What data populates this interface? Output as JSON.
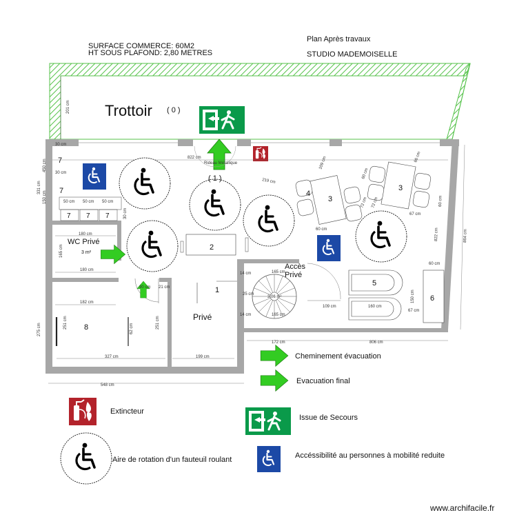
{
  "header": {
    "surface": "SURFACE COMMERCE: 60M2",
    "height": "HT SOUS PLAFOND: 2,80 METRES",
    "plan_title": "Plan Après travaux",
    "studio": "STUDIO MADEMOISELLE"
  },
  "plan": {
    "trottoir": "Trottoir",
    "trottoir_num": "( 0 )",
    "rideau": "Rideau Métallique",
    "zone1": "( 1 )",
    "wc": "WC Privé",
    "wc_area": "3 m²",
    "stair_area": "3,06 m²",
    "acces_prive_1": "Accès",
    "acces_prive_2": "Privé",
    "prive": "Privé",
    "rooms": {
      "r1": "1",
      "r2": "2",
      "r3a": "3",
      "r3b": "3",
      "r4": "4",
      "r5": "5",
      "r6": "6",
      "r7a": "7",
      "r7b": "7",
      "r8": "8"
    },
    "small7": [
      "7",
      "7",
      "7"
    ],
    "dimensions": {
      "d201": "201 cm",
      "d30a": "30 cm",
      "d822a": "822 cm",
      "d331": "331 cm",
      "d450": "450 cm",
      "d150a": "150 cm",
      "d30b": "30 cm",
      "d50a": "50 cm",
      "d50b": "50 cm",
      "d50c": "50 cm",
      "d180a": "180 cm",
      "d180b": "180 cm",
      "d165a": "165 cm",
      "d30c": "30 cm",
      "d182": "182 cm",
      "d251a": "251 cm",
      "d251b": "251 cm",
      "d62": "62 cm",
      "d275": "275 cm",
      "d327": "327 cm",
      "d199": "199 cm",
      "d548": "548 cm",
      "d90": "90 cm",
      "d21": "21 cm",
      "d219": "219 cm",
      "d109a": "109 cm",
      "d60a": "60 cm",
      "d72a": "72 cm",
      "d66": "66 cm",
      "d60b": "60 cm",
      "d72b": "72 cm",
      "d67": "67 cm",
      "d60c": "60 cm",
      "d822b": "822 cm",
      "d864": "864 cm",
      "d14a": "14 cm",
      "d14b": "14 cm",
      "d165b": "165 cm",
      "d165c": "165 cm",
      "d25": "25 cm",
      "d109b": "109 cm",
      "d160": "160 cm",
      "d67b": "67 cm",
      "d172": "172 cm",
      "d806": "806 cm",
      "d150b": "150 cm"
    }
  },
  "legend": {
    "cheminement": "Cheminement évacuation",
    "evacuation": "Evacuation final",
    "extincteur": "Extincteur",
    "issue": "Issue de Secours",
    "aire": "Aire de rotation d'un fauteuil roulant",
    "access": "Accéssibilité au personnes à mobilité reduite"
  },
  "footer": {
    "watermark": "www.archifacile.fr"
  },
  "icons": {
    "arrow": "green-arrow-icon",
    "exit": "emergency-exit-icon",
    "extinguisher": "fire-extinguisher-icon",
    "wheelchair": "wheelchair-icon",
    "pmr": "accessibility-sign-icon"
  },
  "colors": {
    "green_arrow": "#33cc22",
    "exit_green": "#0a9a4a",
    "extinguisher_red": "#b3232b",
    "pmr_blue": "#1c49a6",
    "hatch_green": "#55c24a",
    "wall": "#a7a7a7"
  }
}
